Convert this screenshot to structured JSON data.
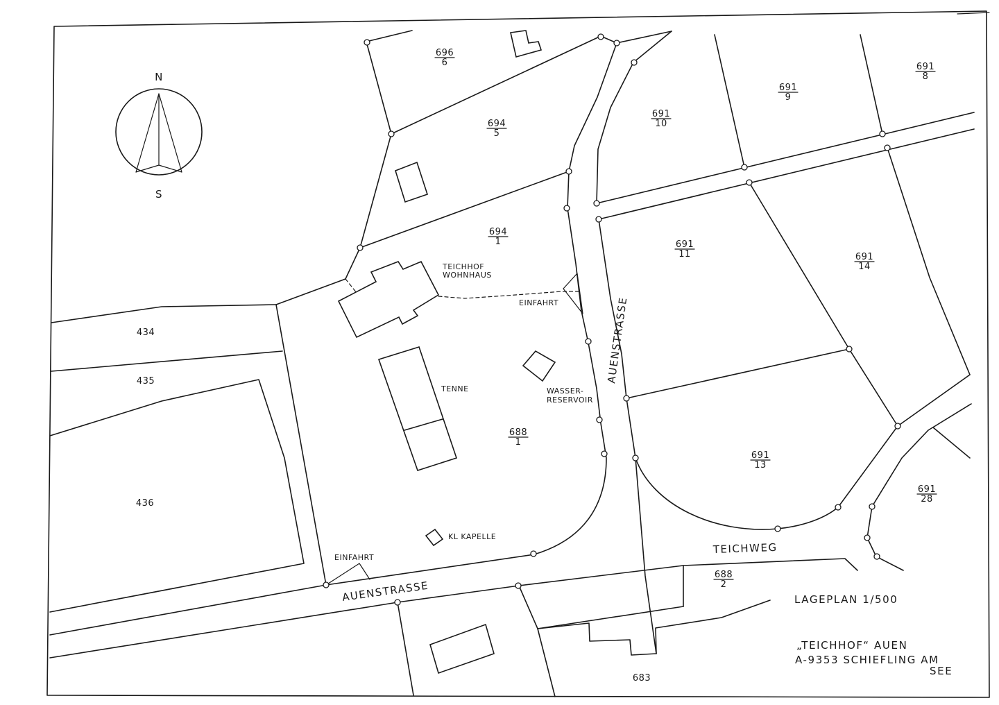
{
  "map": {
    "compass": {
      "north": "N",
      "south": "S"
    },
    "parcels": {
      "p696_6": {
        "upper": "696",
        "lower": "6"
      },
      "p694_5": {
        "upper": "694",
        "lower": "5"
      },
      "p694_1": {
        "upper": "694",
        "lower": "1"
      },
      "p691_10": {
        "upper": "691",
        "lower": "10"
      },
      "p691_9": {
        "upper": "691",
        "lower": "9"
      },
      "p691_8": {
        "upper": "691",
        "lower": "8"
      },
      "p691_11": {
        "upper": "691",
        "lower": "11"
      },
      "p691_14": {
        "upper": "691",
        "lower": "14"
      },
      "p691_13": {
        "upper": "691",
        "lower": "13"
      },
      "p691_28": {
        "upper": "691",
        "lower": "28"
      },
      "p688_1": {
        "upper": "688",
        "lower": "1"
      },
      "p688_2": {
        "upper": "688",
        "lower": "2"
      },
      "p434": "434",
      "p435": "435",
      "p436": "436",
      "p683": "683"
    },
    "labels": {
      "teichhof_line1": "TEICHHOF",
      "teichhof_line2": "WOHNHAUS",
      "einfahrt_east": "EINFAHRT",
      "einfahrt_south": "EINFAHRT",
      "tenne": "TENNE",
      "wasser_line1": "WASSER-",
      "wasser_line2": "RESERVOIR",
      "kapelle": "KL KAPELLE",
      "teichweg": "TEICHWEG",
      "auenstrasse_south": "AUENSTRASSE",
      "auenstrasse_vertical": "AUENSTRASSE"
    },
    "title_block": {
      "plan": "LAGEPLAN  1/500",
      "line1": "„TEICHHOF“ AUEN",
      "line2": "A-9353 SCHIEFLING AM",
      "line3": "SEE"
    }
  }
}
